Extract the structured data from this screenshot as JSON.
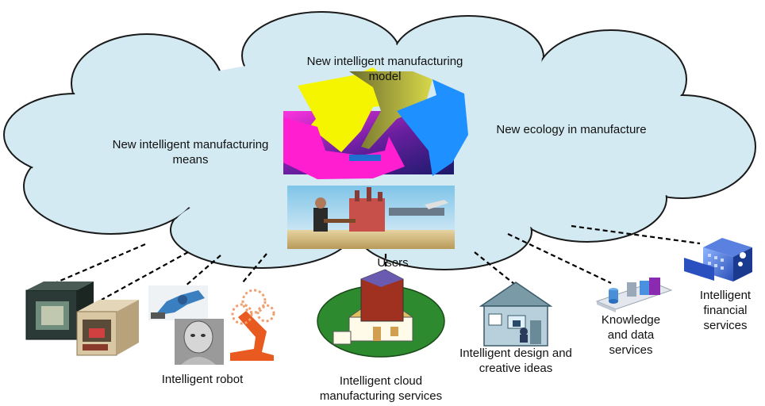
{
  "cloud": {
    "model_label_line1": "New intelligent manufacturing",
    "model_label_line2": "model",
    "means_label_line1": "New intelligent manufacturing",
    "means_label_line2": "means",
    "ecology_label": "New ecology in manufacture",
    "users_label": "Users"
  },
  "services": {
    "robot": "Intelligent robot",
    "cloud_line1": "Intelligent cloud",
    "cloud_line2": "manufacturing services",
    "design_line1": "Intelligent design and",
    "design_line2": "creative ideas",
    "knowledge_line1": "Knowledge",
    "knowledge_line2": "and data",
    "knowledge_line3": "services",
    "financial_line1": "Intelligent",
    "financial_line2": "financial",
    "financial_line3": "services"
  },
  "colors": {
    "cloud_fill": "#d3eaf2",
    "cloud_stroke": "#1a1a1a",
    "arrow_yellow": "#f5f500",
    "arrow_magenta": "#ff1fd0",
    "arrow_olive": "#9a9a3a",
    "arrow_blue": "#1e90ff",
    "arrow_bg_purple": "#4b1a8c"
  }
}
